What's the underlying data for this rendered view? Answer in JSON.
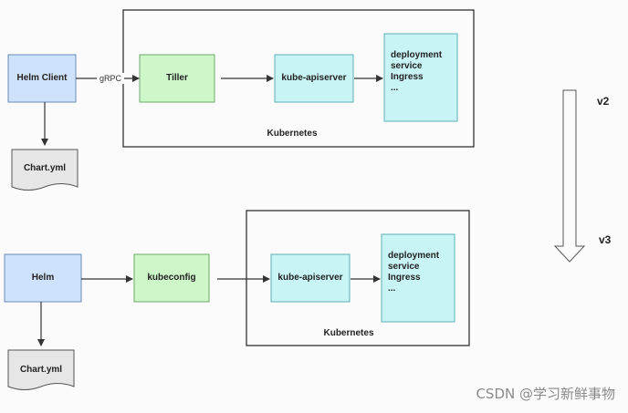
{
  "top": {
    "client": "Helm Client",
    "protocol": "gRPC",
    "tiller": "Tiller",
    "apiserver": "kube-apiserver",
    "resources": [
      "deployment",
      "service",
      "Ingress",
      "..."
    ],
    "cluster": "Kubernetes",
    "chart": "Chart.yml"
  },
  "bottom": {
    "client": "Helm",
    "config": "kubeconfig",
    "apiserver": "kube-apiserver",
    "resources": [
      "deployment",
      "service",
      "Ingress",
      "..."
    ],
    "cluster": "Kubernetes",
    "chart": "Chart.yml"
  },
  "version_from": "v2",
  "version_to": "v3",
  "watermark": "CSDN @学习新鲜事物",
  "colors": {
    "client_fill": "#cfe2fb",
    "green_fill": "#cdf7c9",
    "cyan_fill": "#c9f4f6",
    "doc_fill": "#e6e6e6",
    "stroke": "#333333"
  }
}
